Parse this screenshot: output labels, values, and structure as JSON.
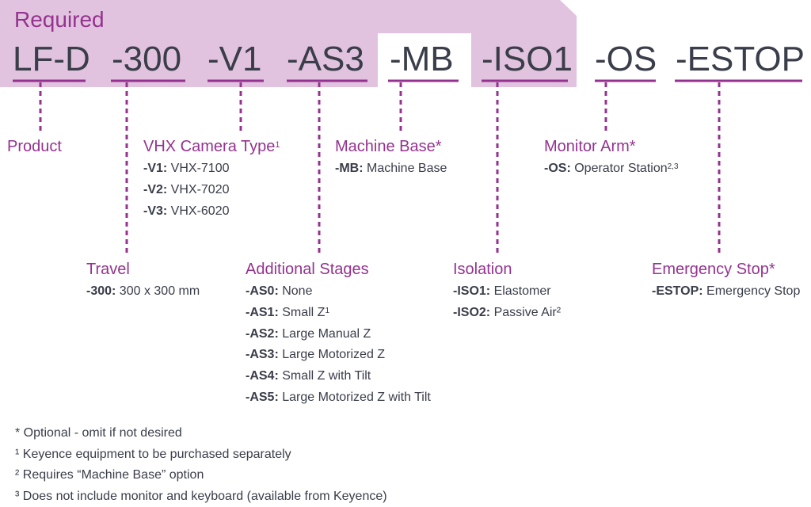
{
  "header": {
    "label": "Required"
  },
  "codes": [
    "LF-D",
    "-300",
    "-V1",
    "-AS3",
    "-MB",
    "-ISO1",
    "-OS",
    "-ESTOP"
  ],
  "sections": {
    "product": {
      "title": "Product"
    },
    "camera": {
      "title": "VHX Camera Type",
      "title_sup": "1",
      "options": [
        {
          "code": "-V1:",
          "text": " VHX-7100"
        },
        {
          "code": "-V2:",
          "text": " VHX-7020"
        },
        {
          "code": "-V3:",
          "text": " VHX-6020"
        }
      ]
    },
    "base": {
      "title": "Machine Base*",
      "options": [
        {
          "code": "-MB:",
          "text": " Machine Base"
        }
      ]
    },
    "monitor": {
      "title": "Monitor Arm*",
      "options": [
        {
          "code": "-OS:",
          "text": " Operator Station",
          "sup": "2,3"
        }
      ]
    },
    "travel": {
      "title": "Travel",
      "options": [
        {
          "code": "-300:",
          "text": " 300 x 300 mm"
        }
      ]
    },
    "stages": {
      "title": "Additional Stages",
      "options": [
        {
          "code": "-AS0:",
          "text": " None"
        },
        {
          "code": "-AS1:",
          "text": " Small Z",
          "sup": "1"
        },
        {
          "code": "-AS2:",
          "text": " Large Manual Z"
        },
        {
          "code": "-AS3:",
          "text": " Large Motorized Z"
        },
        {
          "code": "-AS4:",
          "text": " Small Z with Tilt"
        },
        {
          "code": "-AS5:",
          "text": " Large Motorized Z with Tilt"
        }
      ]
    },
    "isolation": {
      "title": "Isolation",
      "options": [
        {
          "code": "-ISO1:",
          "text": " Elastomer"
        },
        {
          "code": "-ISO2:",
          "text": " Passive Air²"
        }
      ]
    },
    "estop": {
      "title": "Emergency Stop*",
      "options": [
        {
          "code": "-ESTOP:",
          "text": " Emergency Stop"
        }
      ]
    }
  },
  "footnotes": [
    "* Optional - omit if not desired",
    "¹ Keyence equipment to be purchased separately",
    "² Requires “Machine Base” option",
    "³ Does not include monitor and keyboard (available from Keyence)"
  ],
  "colors": {
    "accent": "#94338f",
    "band": "#e2c3df",
    "text": "#3a3d4a"
  }
}
